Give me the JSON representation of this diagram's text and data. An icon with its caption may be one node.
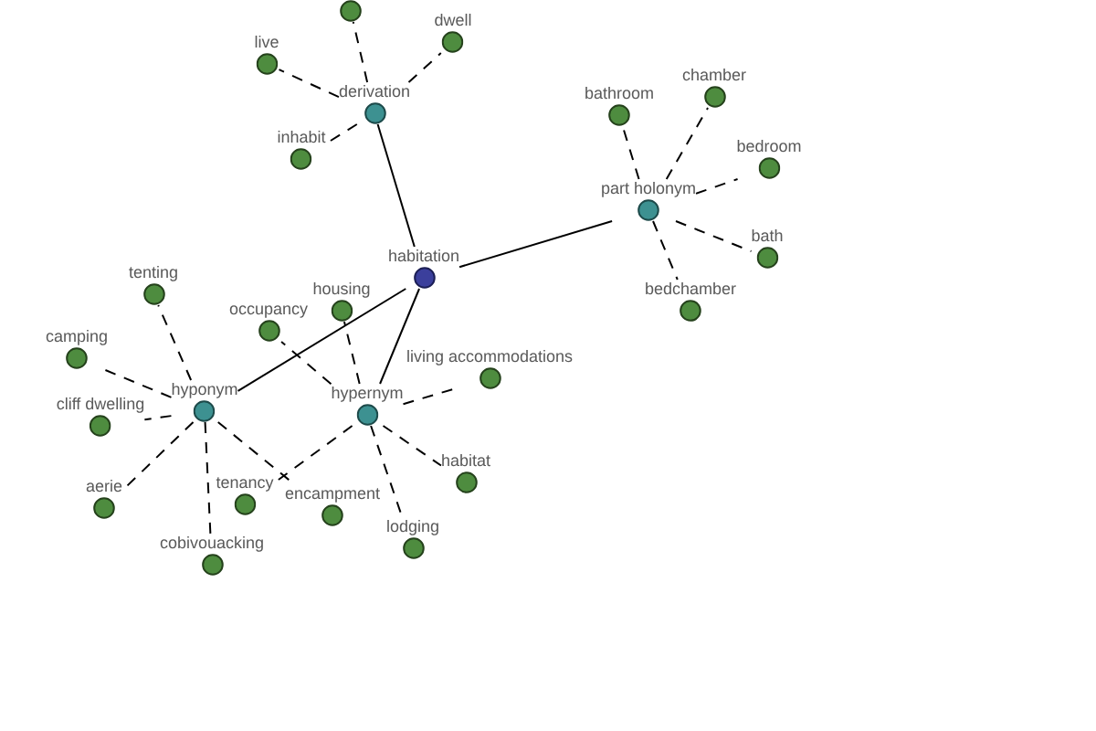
{
  "diagram": {
    "nodes": [
      {
        "text": [
          "habitation"
        ]
      },
      {
        "text": [
          "derivation"
        ]
      },
      {
        "text": [],
        "shape": "circle"
      },
      {
        "text": [
          "live"
        ]
      },
      {
        "text": [
          "dwell"
        ]
      },
      {
        "text": [
          "inhabit"
        ]
      },
      {
        "text": [
          "part holonym"
        ]
      },
      {
        "text": [
          "bathroom"
        ]
      },
      {
        "text": [
          "chamber"
        ]
      },
      {
        "text": [
          "bedroom"
        ]
      },
      {
        "text": [
          "bath"
        ]
      },
      {
        "text": [
          "bedchamber"
        ]
      },
      {
        "text": [
          "hyponym"
        ]
      },
      {
        "text": [
          "tenting"
        ]
      },
      {
        "text": [
          "camping"
        ]
      },
      {
        "text": [
          "cliff dwelling"
        ]
      },
      {
        "text": [
          "aerie"
        ]
      },
      {
        "text": [
          "cobivouacking"
        ]
      },
      {
        "text": [
          "encampment"
        ]
      },
      {
        "text": [
          "hypernym"
        ]
      },
      {
        "text": [
          "housing"
        ]
      },
      {
        "text": [
          "occupancy"
        ]
      },
      {
        "text": [
          "living accommodations"
        ]
      },
      {
        "text": [
          "habitat"
        ]
      },
      {
        "text": [
          "lodging"
        ]
      },
      {
        "text": [
          "tenancy"
        ]
      }
    ],
    "edges": [
      {
        "from": 0,
        "to": 1,
        "arrow": "none"
      },
      {
        "from": 0,
        "to": 6,
        "arrow": "none"
      },
      {
        "from": 0,
        "to": 12,
        "arrow": "none"
      },
      {
        "from": 0,
        "to": 19,
        "arrow": "none"
      },
      {
        "from": 1,
        "to": 2,
        "arrow": "none",
        "style": "dashed"
      },
      {
        "from": 1,
        "to": 3,
        "arrow": "none",
        "style": "dashed"
      },
      {
        "from": 1,
        "to": 4,
        "arrow": "none",
        "style": "dashed"
      },
      {
        "from": 1,
        "to": 5,
        "arrow": "none",
        "style": "dashed"
      },
      {
        "from": 6,
        "to": 7,
        "arrow": "none",
        "style": "dashed"
      },
      {
        "from": 6,
        "to": 8,
        "arrow": "none",
        "style": "dashed"
      },
      {
        "from": 6,
        "to": 9,
        "arrow": "none",
        "style": "dashed"
      },
      {
        "from": 6,
        "to": 10,
        "arrow": "none",
        "style": "dashed"
      },
      {
        "from": 6,
        "to": 11,
        "arrow": "none",
        "style": "dashed"
      },
      {
        "from": 12,
        "to": 13,
        "arrow": "none",
        "style": "dashed"
      },
      {
        "from": 12,
        "to": 14,
        "arrow": "none",
        "style": "dashed"
      },
      {
        "from": 12,
        "to": 15,
        "arrow": "none",
        "style": "dashed"
      },
      {
        "from": 12,
        "to": 16,
        "arrow": "none",
        "style": "dashed"
      },
      {
        "from": 12,
        "to": 17,
        "arrow": "none",
        "style": "dashed"
      },
      {
        "from": 12,
        "to": 18,
        "arrow": "none",
        "style": "dashed"
      },
      {
        "from": 19,
        "to": 20,
        "arrow": "none",
        "style": "dashed"
      },
      {
        "from": 19,
        "to": 21,
        "arrow": "none",
        "style": "dashed"
      },
      {
        "from": 19,
        "to": 22,
        "arrow": "none",
        "style": "dashed"
      },
      {
        "from": 19,
        "to": 23,
        "arrow": "none",
        "style": "dashed"
      },
      {
        "from": 19,
        "to": 24,
        "arrow": "none",
        "style": "dashed"
      },
      {
        "from": 19,
        "to": 25,
        "arrow": "none",
        "style": "dashed"
      }
    ]
  }
}
